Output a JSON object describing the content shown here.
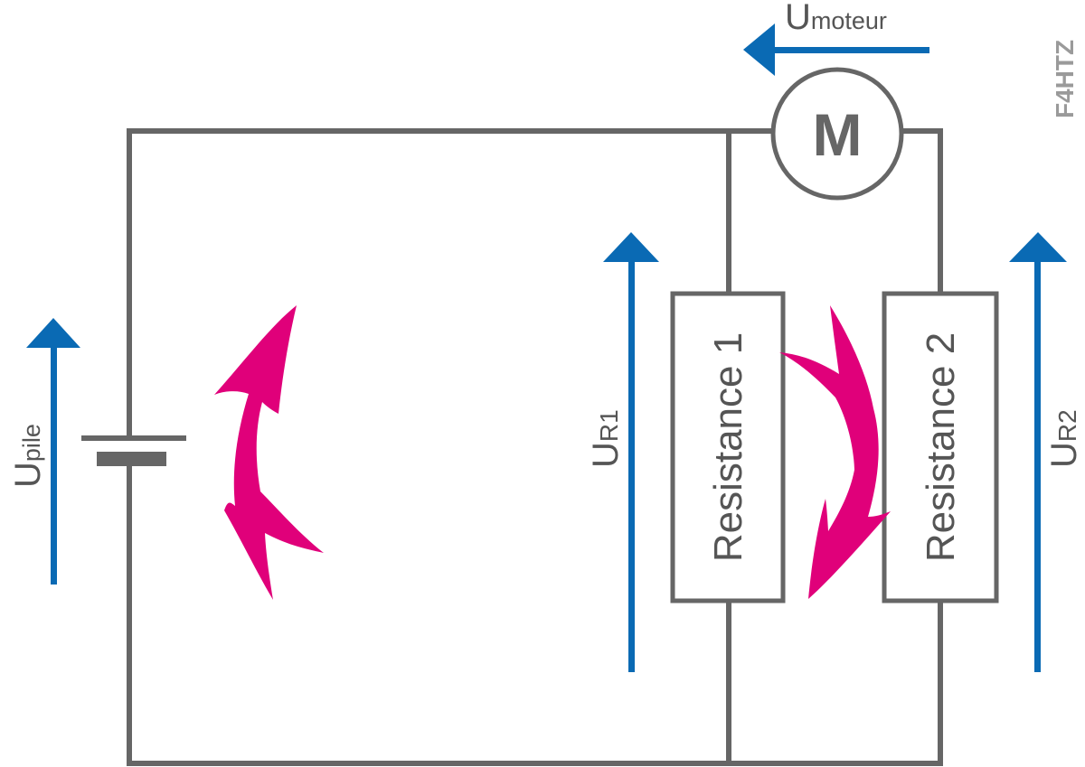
{
  "colors": {
    "wire": "#666666",
    "arrow": "#0a6ab4",
    "loop": "#e0007a",
    "component_fill": "#ffffff",
    "text": "#555555",
    "watermark": "#9a9a9a"
  },
  "labels": {
    "motor_symbol": "M",
    "resistor1": "Resistance 1",
    "resistor2": "Resistance 2",
    "u_letter": "U",
    "u_motor_sub": "moteur",
    "u_pile_sub": "pile",
    "u_r1_sub": "R1",
    "u_r2_sub": "R2",
    "watermark": "F4HTZ"
  },
  "icons": {
    "battery": "battery-symbol-icon",
    "motor": "motor-symbol-icon",
    "voltage_arrow": "voltage-arrow-icon",
    "loop_arrow": "curved-mesh-arrow-icon"
  }
}
